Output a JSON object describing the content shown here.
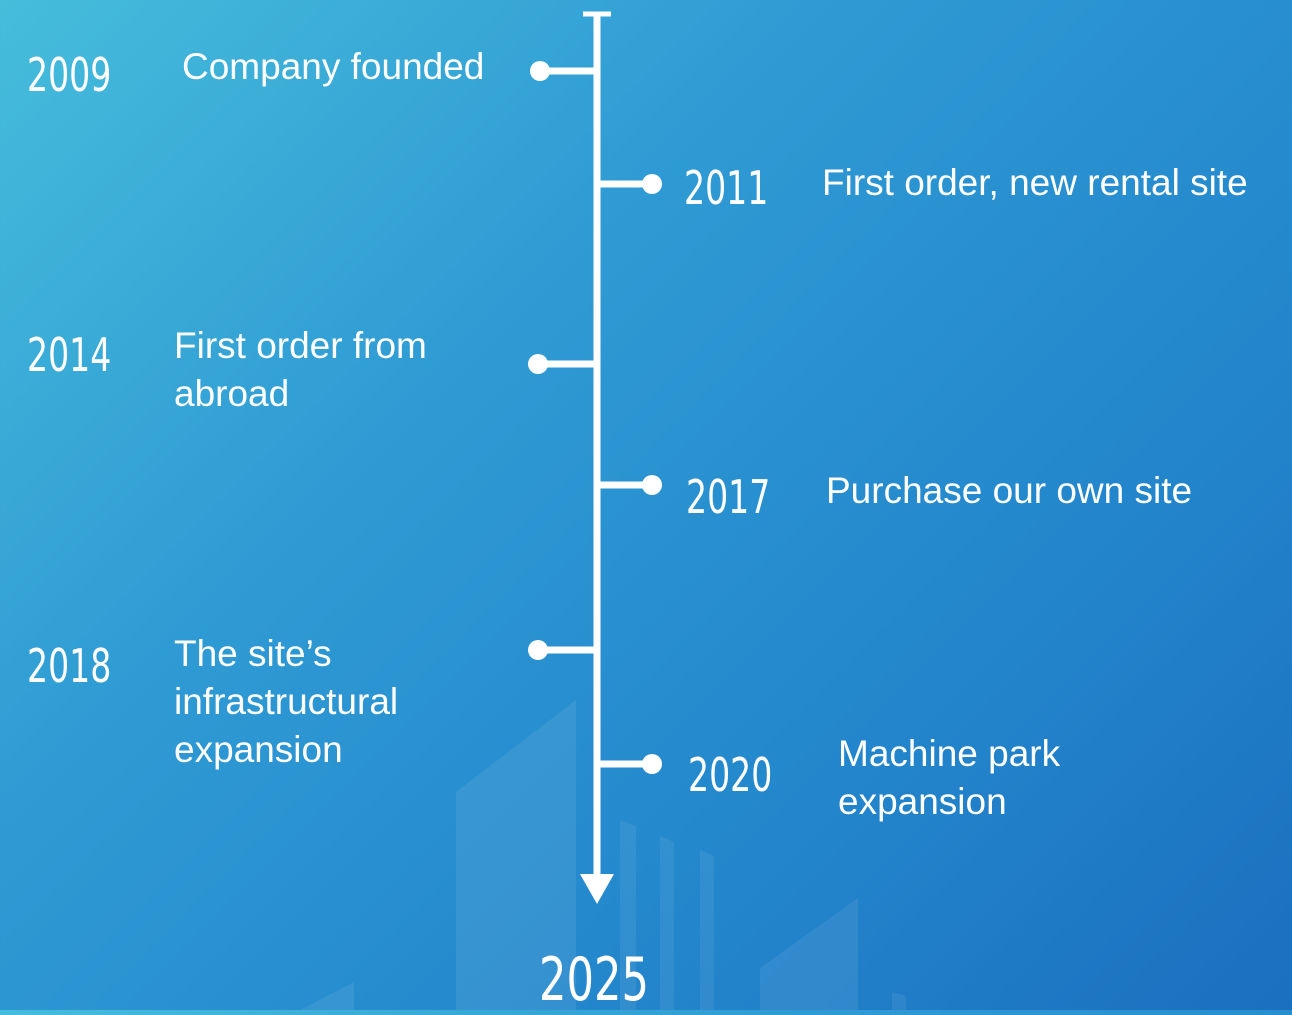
{
  "events": [
    {
      "year": "2009",
      "text": "Company founded"
    },
    {
      "year": "2011",
      "text": "First order, new rental site"
    },
    {
      "year": "2014",
      "text": "First order from\nabroad"
    },
    {
      "year": "2017",
      "text": "Purchase our own site"
    },
    {
      "year": "2018",
      "text": "The site’s\ninfrastructural\nexpansion"
    },
    {
      "year": "2020",
      "text": "Machine park\nexpansion"
    }
  ],
  "end_year": "2025",
  "colors": {
    "line": "#ffffff",
    "bg_start": "#46bddb",
    "bg_end": "#1b6fbf"
  }
}
